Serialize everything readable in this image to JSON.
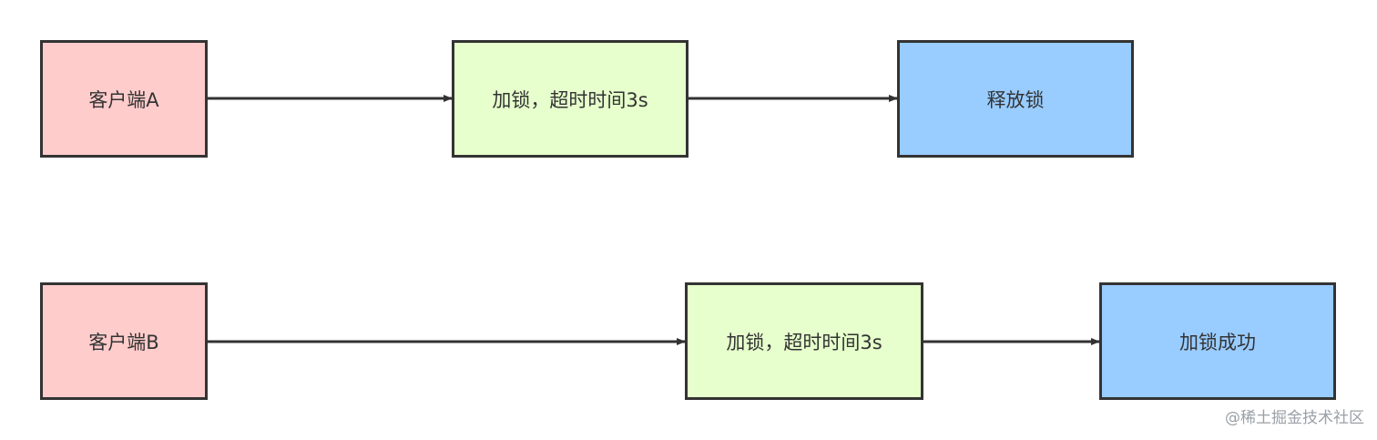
{
  "colors": {
    "client": "#ffcccc",
    "lock": "#e6ffcc",
    "result": "#99ccff",
    "stroke": "#333333"
  },
  "row_a": {
    "client": "客户端A",
    "lock": "加锁，超时时间3s",
    "result": "释放锁"
  },
  "row_b": {
    "client": "客户端B",
    "lock": "加锁，超时时间3s",
    "result": "加锁成功"
  },
  "watermark": "@稀土掘金技术社区"
}
